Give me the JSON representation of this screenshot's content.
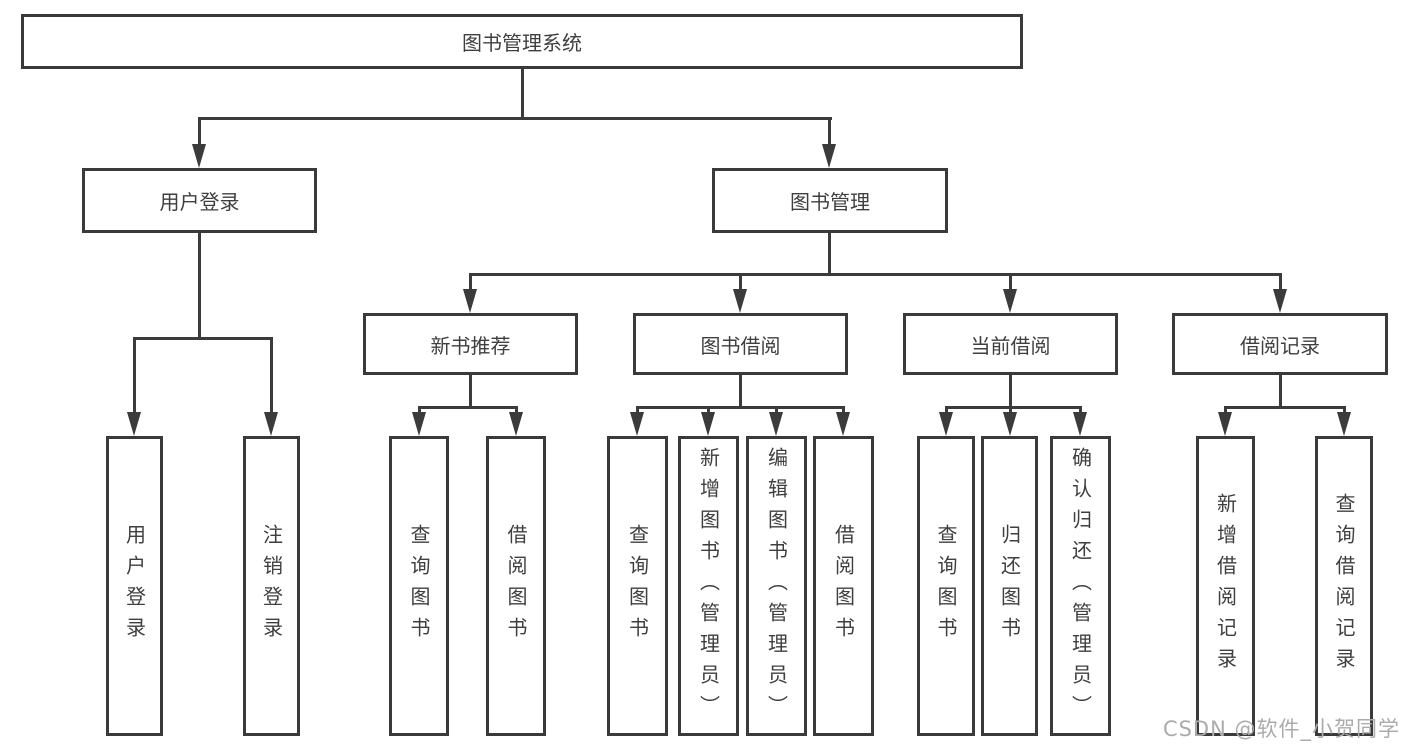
{
  "page": {
    "background": "#ffffff"
  },
  "colors": {
    "line": "#3b3b3b",
    "box_border": "#3a3a3a",
    "text": "#3f3f3f",
    "watermark": "#ababab"
  },
  "watermark": {
    "text": "CSDN @软件_小贺同学"
  },
  "tree": {
    "label": "图书管理系统",
    "children": [
      {
        "label": "用户登录",
        "children": [
          {
            "label": "用户登录"
          },
          {
            "label": "注销登录"
          }
        ]
      },
      {
        "label": "图书管理",
        "children": [
          {
            "label": "新书推荐",
            "children": [
              {
                "label": "查询图书"
              },
              {
                "label": "借阅图书"
              }
            ]
          },
          {
            "label": "图书借阅",
            "children": [
              {
                "label": "查询图书"
              },
              {
                "label": "新增图书（管理员）"
              },
              {
                "label": "编辑图书（管理员）"
              },
              {
                "label": "借阅图书"
              }
            ]
          },
          {
            "label": "当前借阅",
            "children": [
              {
                "label": "查询图书"
              },
              {
                "label": "归还图书"
              },
              {
                "label": "确认归还（管理员）"
              }
            ]
          },
          {
            "label": "借阅记录",
            "children": [
              {
                "label": "新增借阅记录"
              },
              {
                "label": "查询借阅记录"
              }
            ]
          }
        ]
      }
    ]
  }
}
